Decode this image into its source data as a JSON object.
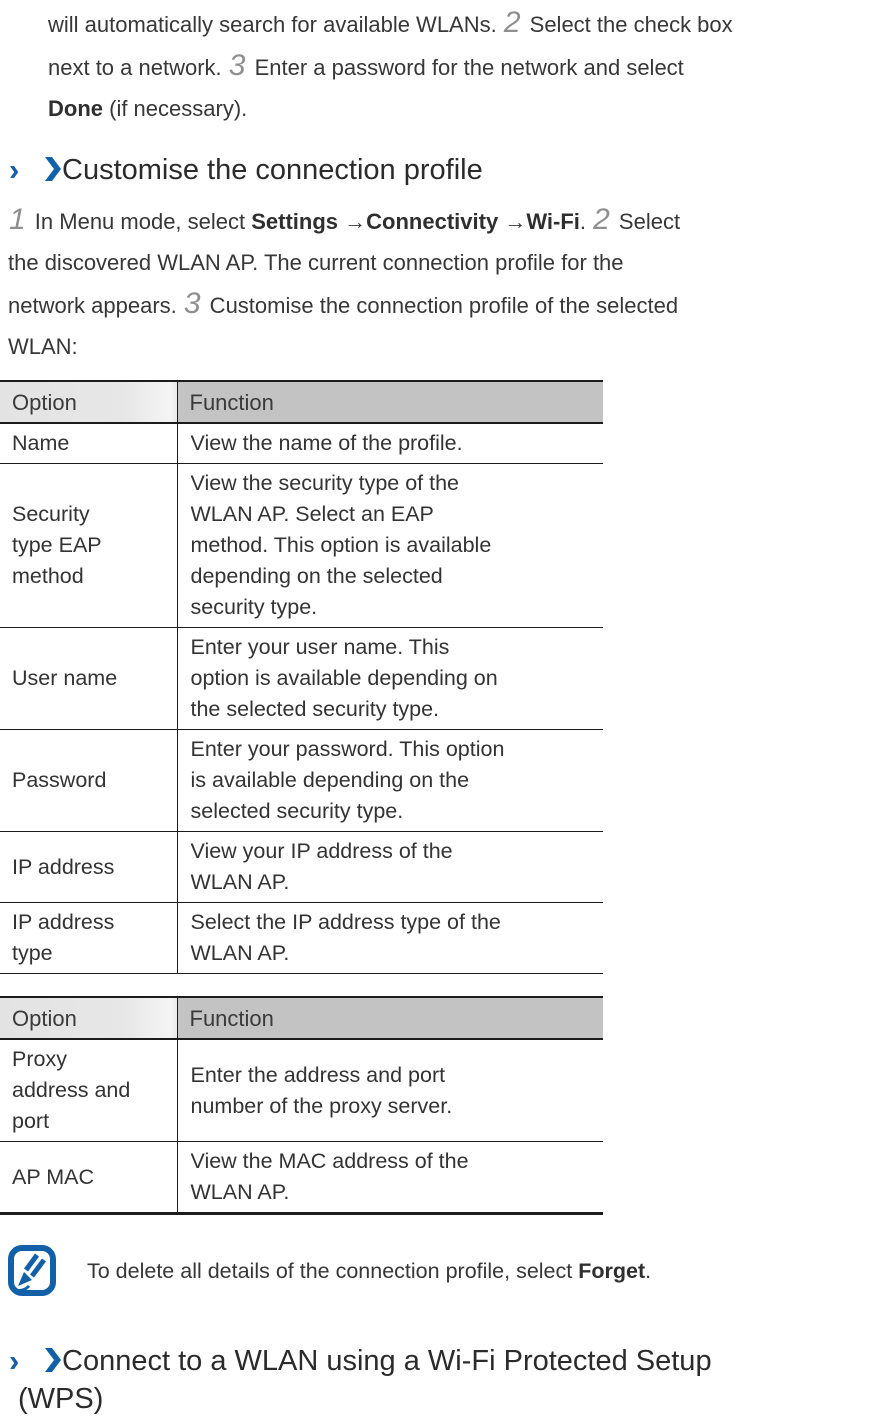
{
  "page": {
    "accent_blue": "#1160a8",
    "text_color": "#373737",
    "heading_color": "#2b2b2b",
    "step_color": "#8f8f8f",
    "table_border_color": "#1c1c1c",
    "header_option_bg": "#e3e3e3",
    "header_function_bg": "#c3c3c3"
  },
  "intro_paragraph": {
    "runs": [
      {
        "t": "will automatically search for available WLANs. ",
        "s": "n"
      },
      {
        "t": "2",
        "s": "step"
      },
      {
        "t": " Select the check box",
        "s": "n"
      },
      {
        "br": true
      },
      {
        "t": "next to a network. ",
        "s": "n"
      },
      {
        "t": "3",
        "s": "step"
      },
      {
        "t": " Enter a password for the network and select",
        "s": "n"
      },
      {
        "br": true
      },
      {
        "t": "Done",
        "s": "b"
      },
      {
        "t": " (if necessary).",
        "s": "n"
      }
    ]
  },
  "section1": {
    "marker": "›",
    "chevron_icon": "solid-chevron-icon",
    "title_runs": [
      {
        "t": "Customise the connection profile",
        "s": "h"
      }
    ],
    "steps_paragraph": {
      "runs": [
        {
          "t": "1",
          "s": "step"
        },
        {
          "t": " In Menu mode, select ",
          "s": "n"
        },
        {
          "t": "Settings",
          "s": "b"
        },
        {
          "t": " →",
          "s": "n"
        },
        {
          "t": "Connectivity",
          "s": "b"
        },
        {
          "t": " →",
          "s": "n"
        },
        {
          "t": "Wi-Fi",
          "s": "b"
        },
        {
          "t": ". ",
          "s": "n"
        },
        {
          "t": "2",
          "s": "step"
        },
        {
          "t": " Select",
          "s": "n"
        },
        {
          "br": true
        },
        {
          "t": "the discovered WLAN AP. The current connection profile for the",
          "s": "n"
        },
        {
          "br": true
        },
        {
          "t": "network appears. ",
          "s": "n"
        },
        {
          "t": "3",
          "s": "step"
        },
        {
          "t": " Customise the connection profile of the selected",
          "s": "n"
        },
        {
          "br": true
        },
        {
          "t": "WLAN:",
          "s": "n"
        }
      ]
    }
  },
  "table1": {
    "headers": [
      "Option",
      "Function"
    ],
    "rows": [
      {
        "option_lines": [
          "Name"
        ],
        "function_lines": [
          "View the name of the profile."
        ]
      },
      {
        "option_lines": [
          "Security",
          "type EAP",
          "method"
        ],
        "function_lines": [
          "View the security type of the",
          "WLAN AP. Select an EAP",
          "method. This option is available",
          "depending on the selected",
          "security type."
        ]
      },
      {
        "option_lines": [
          "User name"
        ],
        "function_lines": [
          "Enter your user name. This",
          "option is available depending on",
          "the selected security type."
        ]
      },
      {
        "option_lines": [
          "Password"
        ],
        "function_lines": [
          "Enter your password. This option",
          "is available depending on the",
          "selected security type."
        ]
      },
      {
        "option_lines": [
          "IP address"
        ],
        "function_lines": [
          "View your IP address of the",
          "WLAN AP."
        ]
      },
      {
        "option_lines": [
          "IP address",
          "type"
        ],
        "function_lines": [
          "Select the IP address type of the",
          "WLAN AP."
        ]
      }
    ]
  },
  "table2": {
    "headers": [
      "Option",
      "Function"
    ],
    "rows": [
      {
        "option_lines": [
          "Proxy",
          "address and",
          "port"
        ],
        "function_lines": [
          "Enter the address and port",
          "number of the proxy server."
        ]
      },
      {
        "option_lines": [
          "AP MAC"
        ],
        "function_lines": [
          "View the MAC address of the",
          "WLAN AP."
        ]
      }
    ]
  },
  "note": {
    "icon": "note-pencil-icon",
    "runs": [
      {
        "t": "To delete all details of the connection profile, select ",
        "s": "n"
      },
      {
        "t": "Forget",
        "s": "b"
      },
      {
        "t": ".",
        "s": "n"
      }
    ]
  },
  "section2": {
    "marker": "›",
    "chevron_icon": "solid-chevron-icon",
    "title_runs": [
      {
        "t": "Connect to a WLAN using a Wi-Fi Protected Setup",
        "s": "h"
      },
      {
        "br": true
      },
      {
        "t": "(WPS)",
        "s": "h"
      }
    ]
  }
}
